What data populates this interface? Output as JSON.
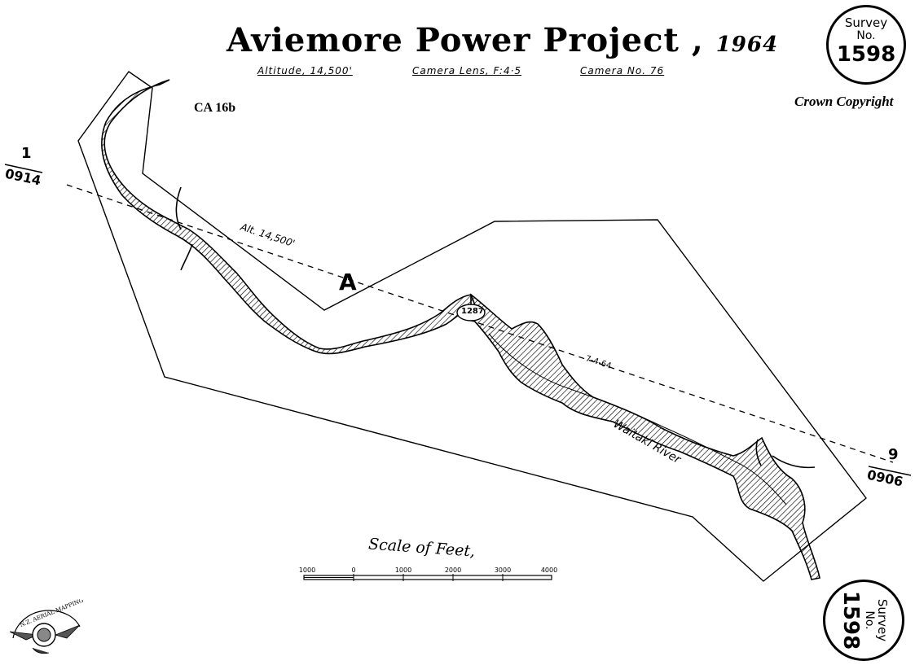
{
  "title": {
    "main": "Aviemore Power Project ,",
    "year": "1964"
  },
  "subtitle": {
    "altitude": "Altitude, 14,500'",
    "lens": "Camera Lens, F:4·5",
    "camera": "Camera No. 76"
  },
  "reference": "CA 16b",
  "copyright": "Crown Copyright",
  "survey_seal_top": {
    "word1": "Survey",
    "word2": "No.",
    "number": "1598"
  },
  "survey_seal_bottom": {
    "word1": "Survey",
    "word2": "No.",
    "number": "1598"
  },
  "flight_line": {
    "start_run": "1",
    "start_frame": "0914",
    "end_run": "9",
    "end_frame": "0906",
    "altitude_label": "Alt. 14,500'",
    "date_label": "7-4-64",
    "marker": "A",
    "spot_height": "1287"
  },
  "river_label": "Waitaki River",
  "scale": {
    "title": "Scale of Feet,",
    "ticks": [
      "1000",
      "0",
      "1000",
      "2000",
      "3000",
      "4000"
    ]
  },
  "logo_text": "N.Z. AERIAL MAPPING"
}
